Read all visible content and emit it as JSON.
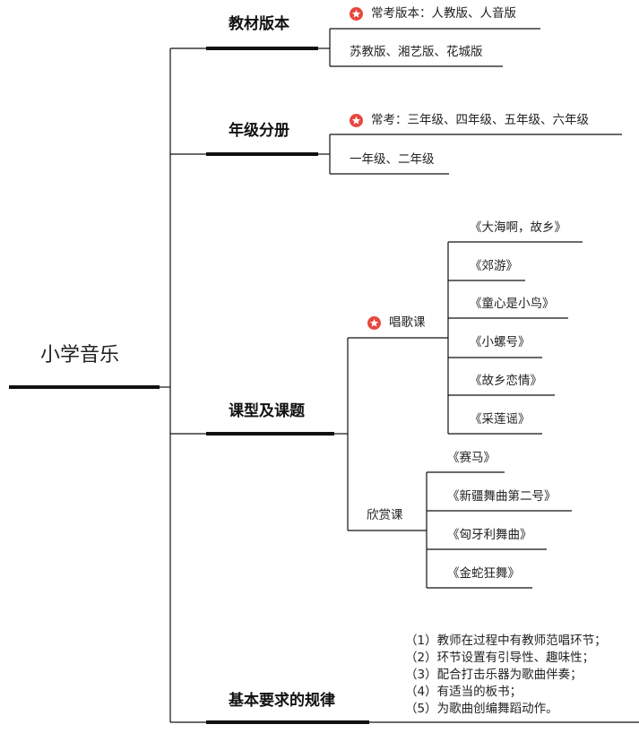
{
  "root": {
    "label": "小学音乐"
  },
  "branches": [
    {
      "label": "教材版本",
      "children": [
        {
          "label": "常考版本：人教版、人音版",
          "starred": true
        },
        {
          "label": "苏教版、湘艺版、花城版",
          "starred": false
        }
      ]
    },
    {
      "label": "年级分册",
      "children": [
        {
          "label": "常考：三年级、四年级、五年级、六年级",
          "starred": true
        },
        {
          "label": "一年级、二年级",
          "starred": false
        }
      ]
    },
    {
      "label": "课型及课题",
      "children": [
        {
          "label": "唱歌课",
          "starred": true,
          "children": [
            "《大海啊，故乡》",
            "《郊游》",
            "《童心是小鸟》",
            "《小螺号》",
            "《故乡恋情》",
            "《采莲谣》"
          ]
        },
        {
          "label": "欣赏课",
          "starred": false,
          "children": [
            "《赛马》",
            "《新疆舞曲第二号》",
            "《匈牙利舞曲》",
            "《金蛇狂舞》"
          ]
        }
      ]
    },
    {
      "label": "基本要求的规律",
      "note_lines": [
        "（1）教师在过程中有教师范唱环节；",
        "（2）环节设置有引导性、趣味性；",
        "（3）配合打击乐器为歌曲伴奏；",
        "（4）有适当的板书；",
        "（5）为歌曲创编舞蹈动作。"
      ]
    }
  ],
  "colors": {
    "line": "#111111",
    "star": "#e8473f",
    "text": "#222222"
  },
  "icons": {
    "priority": "star-badge-icon"
  }
}
